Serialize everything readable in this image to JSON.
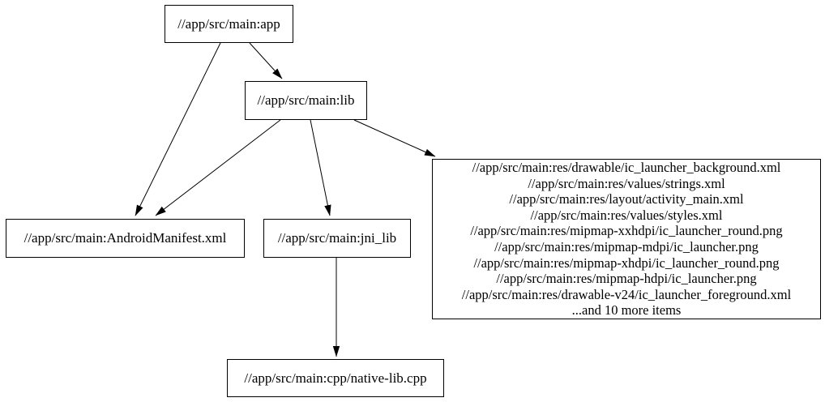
{
  "diagram": {
    "type": "dependency-graph",
    "background_color": "#ffffff",
    "node_border_color": "#000000",
    "edge_color": "#000000",
    "text_color": "#000000",
    "nodes": {
      "app": {
        "label": "//app/src/main:app"
      },
      "lib": {
        "label": "//app/src/main:lib"
      },
      "manifest": {
        "label": "//app/src/main:AndroidManifest.xml"
      },
      "jni_lib": {
        "label": "//app/src/main:jni_lib"
      },
      "native_cpp": {
        "label": "//app/src/main:cpp/native-lib.cpp"
      },
      "res_files": {
        "lines": [
          "//app/src/main:res/drawable/ic_launcher_background.xml",
          "//app/src/main:res/values/strings.xml",
          "//app/src/main:res/layout/activity_main.xml",
          "//app/src/main:res/values/styles.xml",
          "//app/src/main:res/mipmap-xxhdpi/ic_launcher_round.png",
          "//app/src/main:res/mipmap-mdpi/ic_launcher.png",
          "//app/src/main:res/mipmap-xhdpi/ic_launcher_round.png",
          "//app/src/main:res/mipmap-hdpi/ic_launcher.png",
          "//app/src/main:res/drawable-v24/ic_launcher_foreground.xml",
          "...and 10 more items"
        ]
      }
    },
    "edges": [
      {
        "from": "app",
        "to": "manifest"
      },
      {
        "from": "app",
        "to": "lib"
      },
      {
        "from": "lib",
        "to": "manifest"
      },
      {
        "from": "lib",
        "to": "jni_lib"
      },
      {
        "from": "lib",
        "to": "res_files"
      },
      {
        "from": "jni_lib",
        "to": "native_cpp"
      }
    ]
  }
}
